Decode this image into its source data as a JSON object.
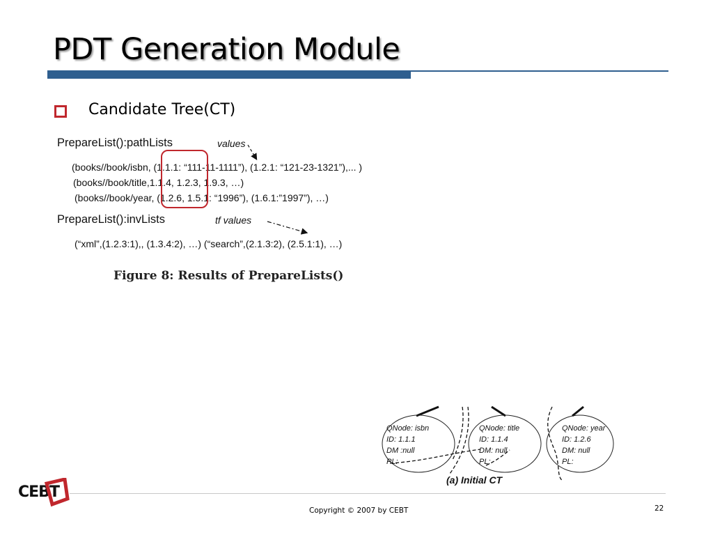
{
  "slide": {
    "title": "PDT Generation Module",
    "bullet": "Candidate Tree(CT)"
  },
  "figure8": {
    "pathlists_header": "PrepareList():pathLists",
    "values_label": "values",
    "path_rows": [
      "(books//book/isbn, (1.1.1: “111-11-1111”), (1.2.1: “121-23-1321”),... )",
      "(books//book/title,1.1.4, 1.2.3, 1.9.3, …)",
      "(books//book/year, (1.2.6, 1.5.1: “1996”), (1.6.1:”1997”), …)"
    ],
    "invlists_header": "PrepareList():invLists",
    "tf_values_label": "tf values",
    "inv_row": "(“xml”,(1.2.3:1),, (1.3.4:2), …)  (“search”,(2.1.3:2), (2.5.1:1), …)",
    "caption": "Figure 8:  Results of PrepareLists()"
  },
  "initial_ct": {
    "nodes": [
      {
        "qnode": "QNode: isbn",
        "id": "ID: 1.1.1",
        "dm": "DM :null",
        "pl": "PL:"
      },
      {
        "qnode": "QNode: title",
        "id": "ID: 1.1.4",
        "dm": "DM: null",
        "pl": "PL:"
      },
      {
        "qnode": "QNode: year",
        "id": "ID: 1.2.6",
        "dm": "DM: null",
        "pl": "PL:"
      }
    ],
    "caption": "(a) Initial CT"
  },
  "footer": {
    "logo": "CEBT",
    "copyright": "Copyright © 2007 by CEBT",
    "page_number": "22"
  },
  "colors": {
    "accent_red": "#c0272d",
    "rule_blue": "#2f5f8f"
  }
}
